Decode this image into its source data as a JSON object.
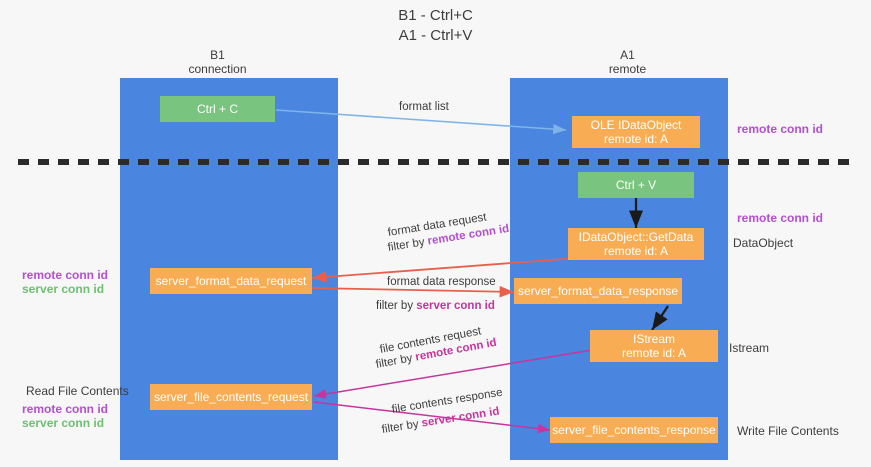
{
  "title": {
    "line1": "B1 - Ctrl+C",
    "line2": "A1 - Ctrl+V"
  },
  "lanes": [
    {
      "name": "b1",
      "header_line1": "B1",
      "header_line2": "connection",
      "color": "#4a86e0"
    },
    {
      "name": "a1",
      "header_line1": "A1",
      "header_line2": "remote",
      "color": "#4a86e0"
    }
  ],
  "colors": {
    "lane": "#4a86e0",
    "green_node": "#79c47e",
    "orange_node": "#f8ad55",
    "remote_conn_id": "#b44fd0",
    "server_conn_id": "#6fbf73",
    "divider": "#2b2b2b",
    "arrow_blue": "#7eb4e8",
    "arrow_red": "#e8604c",
    "arrow_black": "#1a1a1a",
    "arrow_magenta": "#c7349e"
  },
  "nodes": [
    {
      "id": "ctrl-c",
      "line1": "Ctrl + C",
      "line2": ""
    },
    {
      "id": "ole-idataobject",
      "line1": "OLE IDataObject",
      "line2": "remote id: A"
    },
    {
      "id": "ctrl-v",
      "line1": "Ctrl + V",
      "line2": ""
    },
    {
      "id": "idataobject-getdata",
      "line1": "IDataObject::GetData",
      "line2": "remote id: A"
    },
    {
      "id": "server-format-data-request",
      "line1": "server_format_data_request",
      "line2": ""
    },
    {
      "id": "server-format-data-response",
      "line1": "server_format_data_response",
      "line2": ""
    },
    {
      "id": "istream",
      "line1": "IStream",
      "line2": "remote id: A"
    },
    {
      "id": "server-file-contents-request",
      "line1": "server_file_contents_request",
      "line2": ""
    },
    {
      "id": "server-file-contents-response",
      "line1": "server_file_contents_response",
      "line2": ""
    }
  ],
  "edge_labels": [
    {
      "id": "format-list",
      "text": "format list",
      "accent": "",
      "accent_class": ""
    },
    {
      "id": "format-data-request",
      "text": "format data request",
      "prefix": "filter by ",
      "accent": "remote conn id",
      "accent_class": "purple"
    },
    {
      "id": "format-data-response",
      "text": "format data response",
      "prefix": "filter by ",
      "accent": "server conn id",
      "accent_class": "magenta"
    },
    {
      "id": "file-contents-request",
      "text": "file contents request",
      "prefix": "filter by ",
      "accent": "remote conn id",
      "accent_class": "magenta"
    },
    {
      "id": "file-contents-response",
      "text": "file contents response",
      "prefix": "filter by ",
      "accent": "server conn id",
      "accent_class": "magenta"
    }
  ],
  "annotations": {
    "right_remote_conn_id_top": "remote conn id",
    "right_remote_conn_id_mid": "remote conn id",
    "right_dataobject": "DataObject",
    "right_istream": "Istream",
    "right_write_file_contents": "Write File Contents",
    "left_remote_conn_id_1": "remote conn id",
    "left_server_conn_id_1": "server conn id",
    "left_read_file_contents": "Read File Contents",
    "left_remote_conn_id_2": "remote conn id",
    "left_server_conn_id_2": "server conn id"
  }
}
